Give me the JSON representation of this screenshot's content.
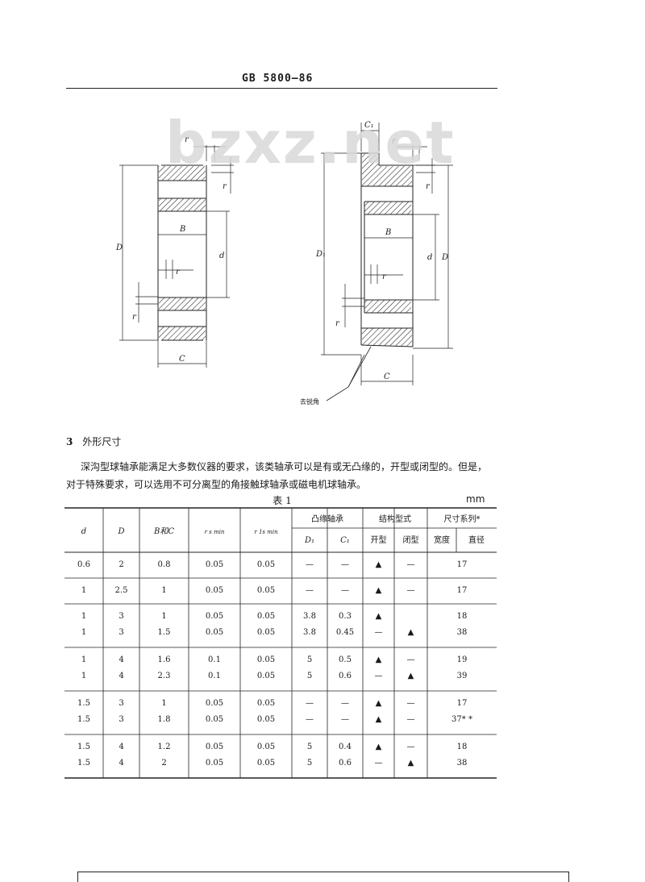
{
  "header": {
    "standard_code": "GB 5800—86"
  },
  "watermark": "bzxz.net",
  "figure_left": {
    "labels": {
      "r_top": "r",
      "r_side_top": "r",
      "B": "B",
      "D": "D",
      "d": "d",
      "r_mid": "r",
      "r_left": "r",
      "C": "C"
    }
  },
  "figure_right": {
    "labels": {
      "C1": "C₁",
      "r_top": "r",
      "r_side": "r",
      "D1": "D₁",
      "B": "B",
      "d": "d",
      "D": "D",
      "r_mid": "r",
      "r_left": "r",
      "C": "C",
      "callout": "去锐角"
    }
  },
  "section": {
    "number": "3",
    "title": "外形尺寸"
  },
  "paragraph": {
    "line1": "深沟型球轴承能满足大多数仪器的要求，该类轴承可以是有或无凸缘的，开型或闭型的。但是，",
    "line2": "对于特殊要求，可以选用不可分离型的角接触球轴承或磁电机球轴承。"
  },
  "table": {
    "title": "表 1",
    "unit": "mm",
    "headers": {
      "d": "d",
      "D": "D",
      "BC": "B和C",
      "rs_min": "r s min",
      "r1s_min": "r 1s min",
      "flange_group": "凸缘轴承",
      "D1": "D₁",
      "C1": "C₁",
      "type_group": "结构型式",
      "open": "开型",
      "closed": "闭型",
      "series_group": "尺寸系列*",
      "width": "宽度",
      "diameter": "直径"
    },
    "groups": [
      {
        "rows": [
          [
            "0.6",
            "2",
            "0.8",
            "0.05",
            "0.05",
            "—",
            "—",
            "▲",
            "—",
            "17"
          ]
        ]
      },
      {
        "rows": [
          [
            "1",
            "2.5",
            "1",
            "0.05",
            "0.05",
            "—",
            "—",
            "▲",
            "—",
            "17"
          ]
        ]
      },
      {
        "rows": [
          [
            "1",
            "3",
            "1",
            "0.05",
            "0.05",
            "3.8",
            "0.3",
            "▲",
            "",
            "18"
          ],
          [
            "1",
            "3",
            "1.5",
            "0.05",
            "0.05",
            "3.8",
            "0.45",
            "—",
            "▲",
            "38"
          ]
        ]
      },
      {
        "rows": [
          [
            "1",
            "4",
            "1.6",
            "0.1",
            "0.05",
            "5",
            "0.5",
            "▲",
            "—",
            "19"
          ],
          [
            "1",
            "4",
            "2.3",
            "0.1",
            "0.05",
            "5",
            "0.6",
            "—",
            "▲",
            "39"
          ]
        ]
      },
      {
        "rows": [
          [
            "1.5",
            "3",
            "1",
            "0.05",
            "0.05",
            "—",
            "—",
            "▲",
            "—",
            "17"
          ],
          [
            "1.5",
            "3",
            "1.8",
            "0.05",
            "0.05",
            "—",
            "—",
            "▲",
            "—",
            "37* *"
          ]
        ]
      },
      {
        "rows": [
          [
            "1.5",
            "4",
            "1.2",
            "0.05",
            "0.05",
            "5",
            "0.4",
            "▲",
            "—",
            "18"
          ],
          [
            "1.5",
            "4",
            "2",
            "0.05",
            "0.05",
            "5",
            "0.6",
            "—",
            "▲",
            "38"
          ]
        ]
      }
    ]
  },
  "colors": {
    "ink": "#1a1a1a",
    "watermark": "#d9d9d9"
  }
}
